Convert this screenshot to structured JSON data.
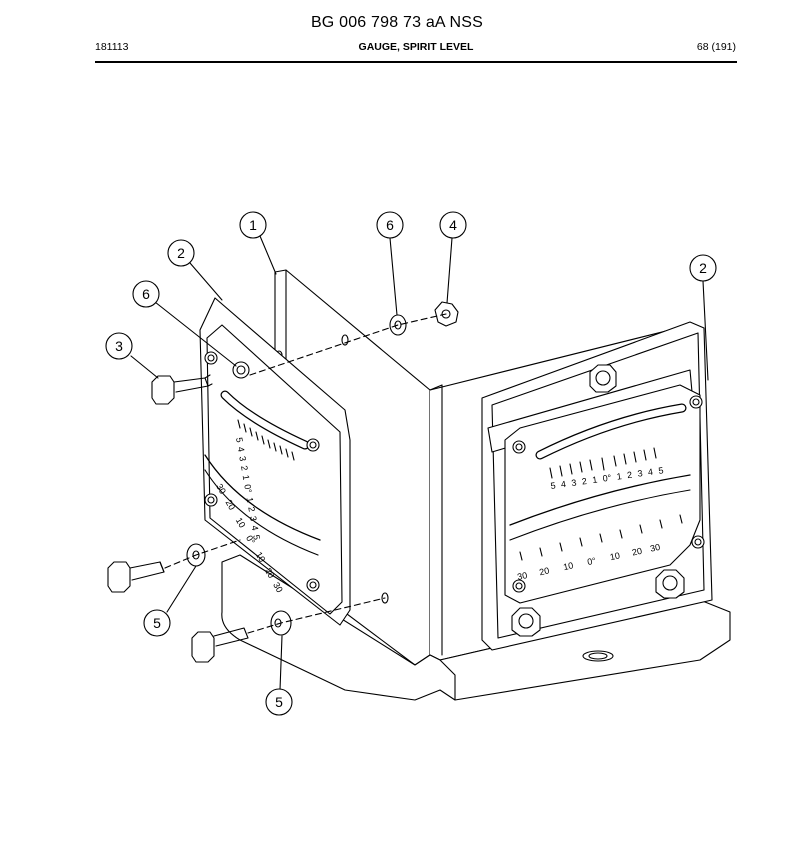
{
  "header": {
    "document_number": "BG 006 798 73 aA NSS",
    "date_code": "181113",
    "section_title": "GAUGE, SPIRIT LEVEL",
    "page_ref": "68 (191)"
  },
  "callouts": {
    "c1": "1",
    "c2_left": "2",
    "c2_right": "2",
    "c3": "3",
    "c4": "4",
    "c5_upper": "5",
    "c5_lower": "5",
    "c6_left": "6",
    "c6_top": "6"
  },
  "right_gauge": {
    "upper_scale": [
      "5",
      "4",
      "3",
      "2",
      "1",
      "0°",
      "1",
      "2",
      "3",
      "4",
      "5"
    ],
    "lower_scale": [
      "30",
      "20",
      "10",
      "0°",
      "10",
      "20",
      "30"
    ]
  },
  "left_gauge": {
    "upper_scale": [
      "5",
      "4",
      "3",
      "2",
      "1",
      "0°",
      "1",
      "2",
      "3",
      "4",
      "5"
    ],
    "lower_scale": [
      "30",
      "20",
      "10",
      "0°",
      "10",
      "20",
      "30"
    ]
  }
}
